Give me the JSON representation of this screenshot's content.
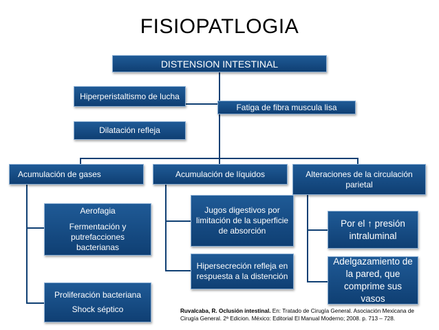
{
  "title": "FISIOPATLOGIA",
  "root": "DISTENSION INTESTINAL",
  "side_boxes": {
    "hiperperistaltismo": "Hiperperistaltismo de lucha",
    "fatiga": "Fatiga de fibra muscula lisa",
    "dilatacion": "Dilatación refleja"
  },
  "branches": {
    "gases": {
      "label": "Acumulación de gases",
      "children": [
        {
          "line1": "Aerofagia",
          "line2": "Fermentación y putrefacciones bacterianas"
        },
        {
          "line1": "Proliferación bacteriana",
          "line2": "Shock séptico"
        }
      ]
    },
    "liquidos": {
      "label": "Acumulación de líquidos",
      "children": [
        "Jugos digestivos por limitación de la superficie de absorción",
        "Hipersecreción refleja en respuesta a la distención"
      ]
    },
    "circulacion": {
      "label": "Alteraciones de la circulación parietal",
      "children": [
        "Por el ↑ presión intraluminal",
        "Adelgazamiento de la pared, que comprime sus vasos"
      ]
    }
  },
  "citation": {
    "author": "Ruvalcaba, R. Oclusión intestinal.",
    "text": " En: Tratado de Cirugía General. Asociación Mexicana de Cirugía General. 2ª Edicion. México: Editorial El Manual Moderno; 2008. p. 713 – 728."
  }
}
